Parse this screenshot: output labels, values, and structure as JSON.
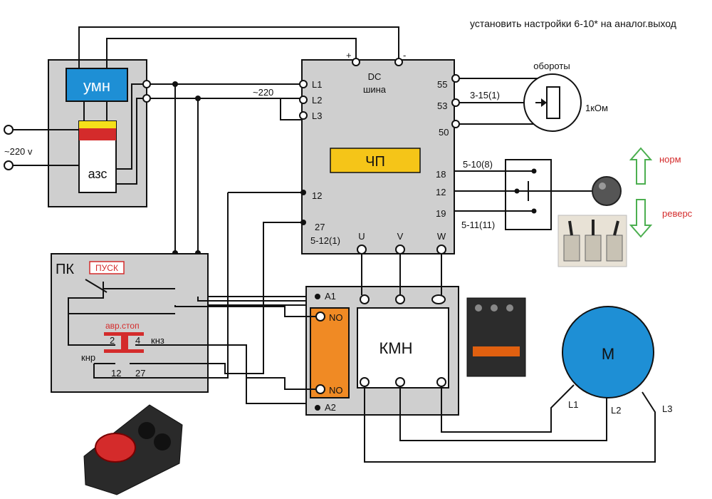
{
  "note": "установить настройки 6-10* на аналог.выход",
  "colors": {
    "panel": "#cfcfcf",
    "umn": "#1e8fd5",
    "chp": "#f5c518",
    "relay": "#f08a24",
    "motor": "#1e8fd5",
    "arrow": "#4caf50",
    "red": "#d42b2b",
    "red_text": "#d42b2b"
  },
  "supply": {
    "label": "~220 v"
  },
  "umn": {
    "label": "умн"
  },
  "azs": {
    "label": "азс"
  },
  "chp": {
    "label": "ЧП",
    "dc_label": "DC",
    "bus_label": "шина",
    "plus": "+",
    "minus": "-",
    "terminals_left": [
      "L1",
      "L2",
      "L3"
    ],
    "input_12": "12",
    "input_27": "27",
    "setting_27": "5-12(1)",
    "outputs": [
      "U",
      "V",
      "W"
    ],
    "right_terminals": [
      "55",
      "53",
      "50",
      "18",
      "12",
      "19"
    ]
  },
  "mains_label": "~220",
  "pot": {
    "title": "обороты",
    "value": "1кОм",
    "setting": "3-15(1)"
  },
  "switch": {
    "setting_top": "5-10(8)",
    "setting_bottom": "5-11(11)",
    "forward": "норм",
    "reverse": "реверс"
  },
  "pk": {
    "title": "ПК",
    "start": "ПУСК",
    "estop": "авр.стоп",
    "t2": "2",
    "t4": "4",
    "knz": "кнз",
    "knr": "кнр",
    "t12": "12",
    "t27": "27"
  },
  "kmn": {
    "label": "КМН",
    "a1": "A1",
    "a2": "A2",
    "no_top": "NO",
    "no_bottom": "NO"
  },
  "motor": {
    "label": "M",
    "leads": [
      "L1",
      "L2",
      "L3"
    ]
  }
}
